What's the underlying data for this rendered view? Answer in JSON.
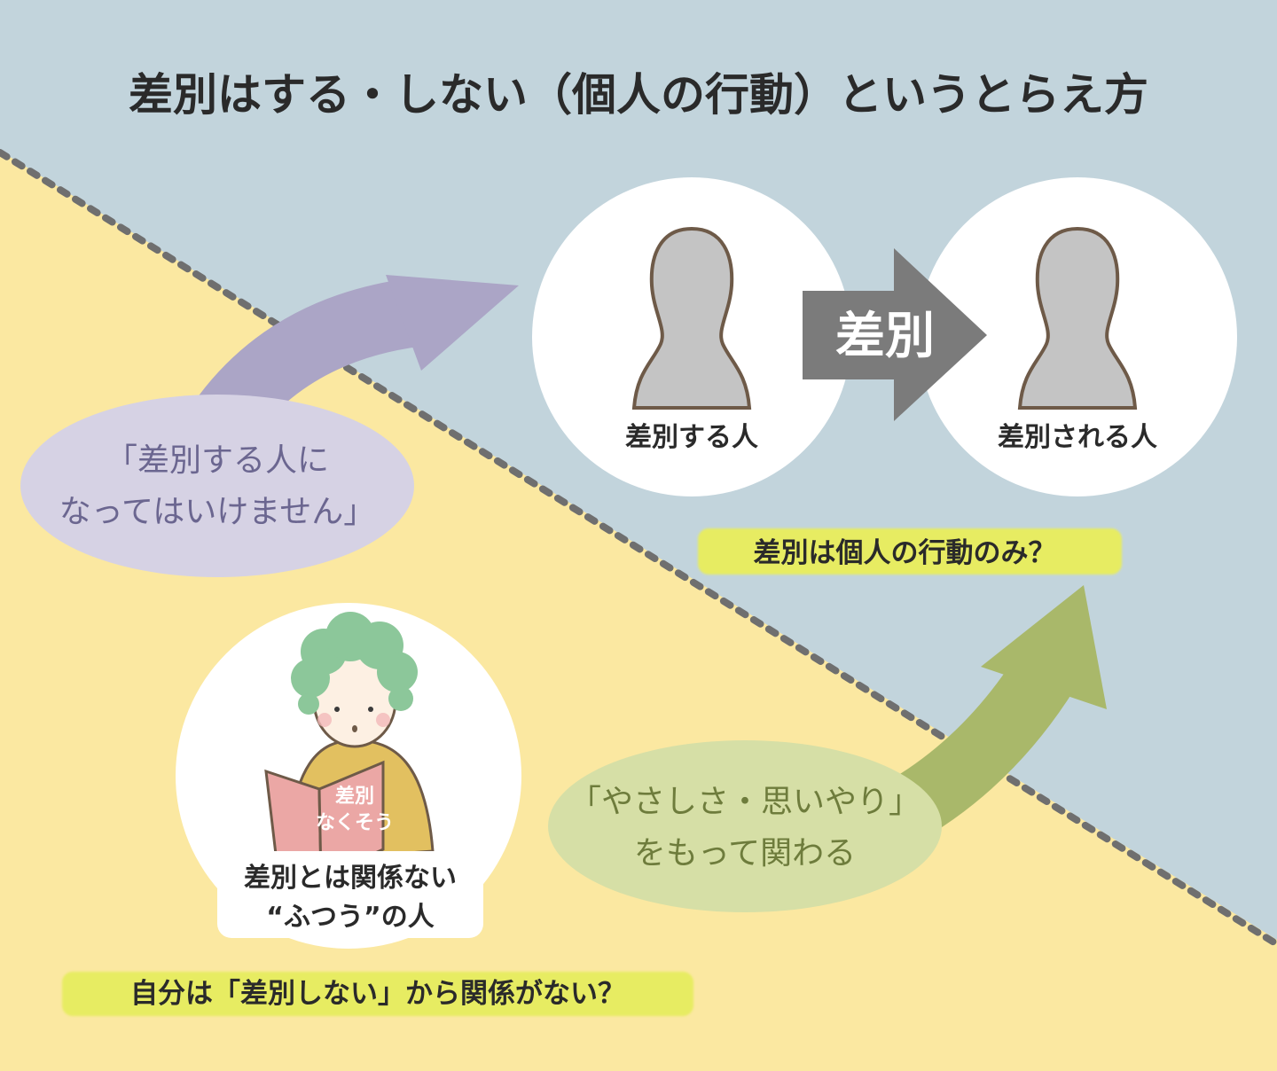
{
  "title": "差別はする・しない（個人の行動）というとらえ方",
  "upper": {
    "person_left_label": "差別する人",
    "arrow_label": "差別",
    "person_right_label": "差別される人",
    "question": "差別は個人の行動のみ？"
  },
  "purple_bubble": {
    "line1": "「差別する人に",
    "line2": "なってはいけません」"
  },
  "green_bubble": {
    "line1": "「やさしさ・思いやり」",
    "line2": "をもって関わる"
  },
  "ordinary_person": {
    "line1": "差別とは関係ない",
    "line2": "“ふつう”の人",
    "book_line1": "差別",
    "book_line2": "なくそう"
  },
  "lower": {
    "question": "自分は「差別しない」から関係がない？"
  },
  "colors": {
    "upper_bg": "#c2d4dc",
    "lower_bg": "#fbe8a1",
    "purple": "#aba5c6",
    "green": "#a9b86a",
    "green_bubble": "#d6dfa6",
    "gray_arrow": "#7b7b7b",
    "silhouette": "#c4c4c4",
    "silhouette_outline": "#6e5a48",
    "highlight": "#e7ec62",
    "hair": "#8cc79a"
  }
}
